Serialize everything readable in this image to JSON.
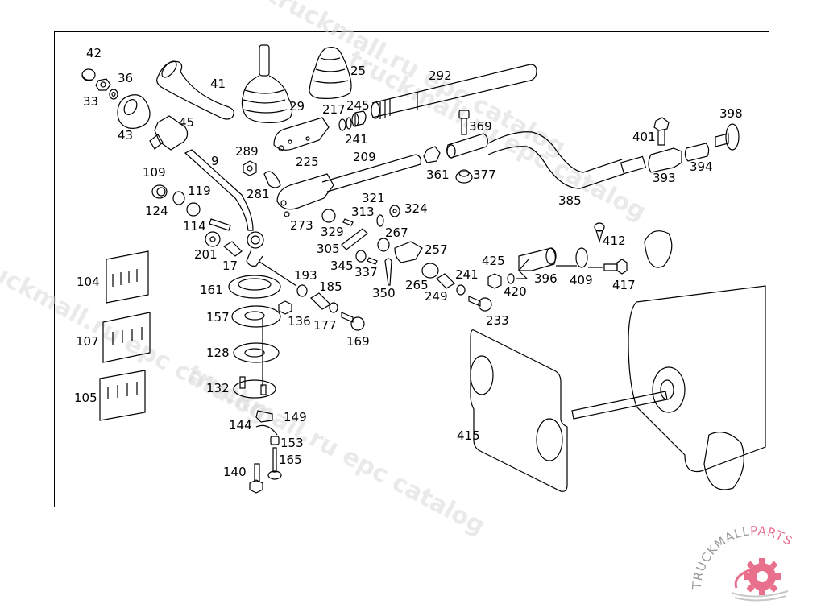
{
  "diagram": {
    "type": "exploded parts diagram",
    "subject": "Transmission gear shift linkage",
    "part_labels": [
      {
        "id": "42",
        "text": "42"
      },
      {
        "id": "36",
        "text": "36"
      },
      {
        "id": "33",
        "text": "33"
      },
      {
        "id": "41",
        "text": "41"
      },
      {
        "id": "43",
        "text": "43"
      },
      {
        "id": "45",
        "text": "45"
      },
      {
        "id": "29",
        "text": "29"
      },
      {
        "id": "25",
        "text": "25"
      },
      {
        "id": "292",
        "text": "292"
      },
      {
        "id": "217",
        "text": "217"
      },
      {
        "id": "245",
        "text": "245"
      },
      {
        "id": "241a",
        "text": "241"
      },
      {
        "id": "225",
        "text": "225"
      },
      {
        "id": "369",
        "text": "369"
      },
      {
        "id": "398",
        "text": "398"
      },
      {
        "id": "401",
        "text": "401"
      },
      {
        "id": "289",
        "text": "289"
      },
      {
        "id": "209",
        "text": "209"
      },
      {
        "id": "361",
        "text": "361"
      },
      {
        "id": "377",
        "text": "377"
      },
      {
        "id": "393",
        "text": "393"
      },
      {
        "id": "394",
        "text": "394"
      },
      {
        "id": "9",
        "text": "9"
      },
      {
        "id": "109",
        "text": "109"
      },
      {
        "id": "119",
        "text": "119"
      },
      {
        "id": "281",
        "text": "281"
      },
      {
        "id": "321",
        "text": "321"
      },
      {
        "id": "313",
        "text": "313"
      },
      {
        "id": "324",
        "text": "324"
      },
      {
        "id": "385",
        "text": "385"
      },
      {
        "id": "124",
        "text": "124"
      },
      {
        "id": "273",
        "text": "273"
      },
      {
        "id": "329",
        "text": "329"
      },
      {
        "id": "114",
        "text": "114"
      },
      {
        "id": "267",
        "text": "267"
      },
      {
        "id": "412",
        "text": "412"
      },
      {
        "id": "201",
        "text": "201"
      },
      {
        "id": "305",
        "text": "305"
      },
      {
        "id": "257",
        "text": "257"
      },
      {
        "id": "17",
        "text": "17"
      },
      {
        "id": "345",
        "text": "345"
      },
      {
        "id": "425",
        "text": "425"
      },
      {
        "id": "337",
        "text": "337"
      },
      {
        "id": "193",
        "text": "193"
      },
      {
        "id": "241b",
        "text": "241"
      },
      {
        "id": "396",
        "text": "396"
      },
      {
        "id": "409",
        "text": "409"
      },
      {
        "id": "417",
        "text": "417"
      },
      {
        "id": "104",
        "text": "104"
      },
      {
        "id": "161",
        "text": "161"
      },
      {
        "id": "185",
        "text": "185"
      },
      {
        "id": "265",
        "text": "265"
      },
      {
        "id": "420",
        "text": "420"
      },
      {
        "id": "350",
        "text": "350"
      },
      {
        "id": "249",
        "text": "249"
      },
      {
        "id": "157",
        "text": "157"
      },
      {
        "id": "136",
        "text": "136"
      },
      {
        "id": "177",
        "text": "177"
      },
      {
        "id": "233",
        "text": "233"
      },
      {
        "id": "107",
        "text": "107"
      },
      {
        "id": "169",
        "text": "169"
      },
      {
        "id": "128",
        "text": "128"
      },
      {
        "id": "132",
        "text": "132"
      },
      {
        "id": "105",
        "text": "105"
      },
      {
        "id": "149",
        "text": "149"
      },
      {
        "id": "144",
        "text": "144"
      },
      {
        "id": "153",
        "text": "153"
      },
      {
        "id": "415",
        "text": "415"
      },
      {
        "id": "165",
        "text": "165"
      },
      {
        "id": "140",
        "text": "140"
      }
    ]
  },
  "watermarks": [
    "truckmall.ru epc catalog",
    "truckmall.ru epc catalog",
    "truckmall.ru epc catalog",
    "truckmall.ru epc catalog"
  ],
  "logo": {
    "text_primary": "TRUCKMALL",
    "text_accent": "PARTS",
    "accent_color": "#e8708c",
    "primary_color": "#9a9a9a"
  }
}
